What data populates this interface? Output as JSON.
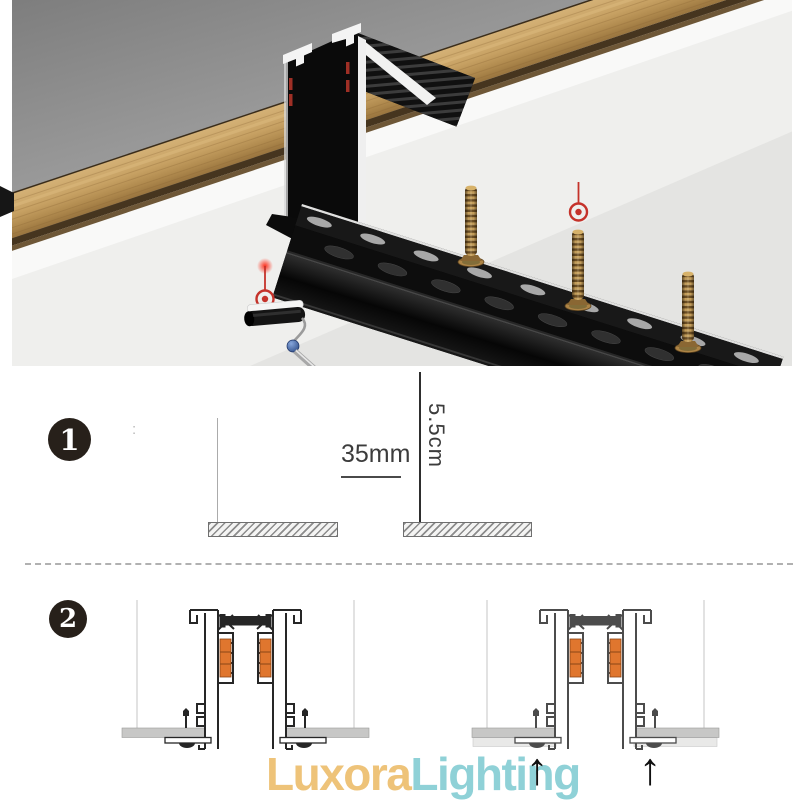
{
  "steps": {
    "one": {
      "badge": "1",
      "note": ":"
    },
    "two": {
      "badge": "2"
    }
  },
  "dimensions": {
    "width": "35mm",
    "depth": "5.5cm"
  },
  "brand": {
    "name_part1": "Luxora",
    "name_part2": "Lighting",
    "color_part1": "#eec379",
    "color_part2": "#8fd1d7"
  },
  "icons": {
    "up_arrow": "↑"
  },
  "colors": {
    "accent_red": "#c5322a",
    "coil_orange": "#e0762e",
    "wood": "#c7a163",
    "wall_gray": "#9f9f9f",
    "ceiling_white": "#efefed",
    "board_gray": "#c7c7c6",
    "track_black": "#0a0a0a",
    "screw_bronze": "#c9a15b"
  }
}
